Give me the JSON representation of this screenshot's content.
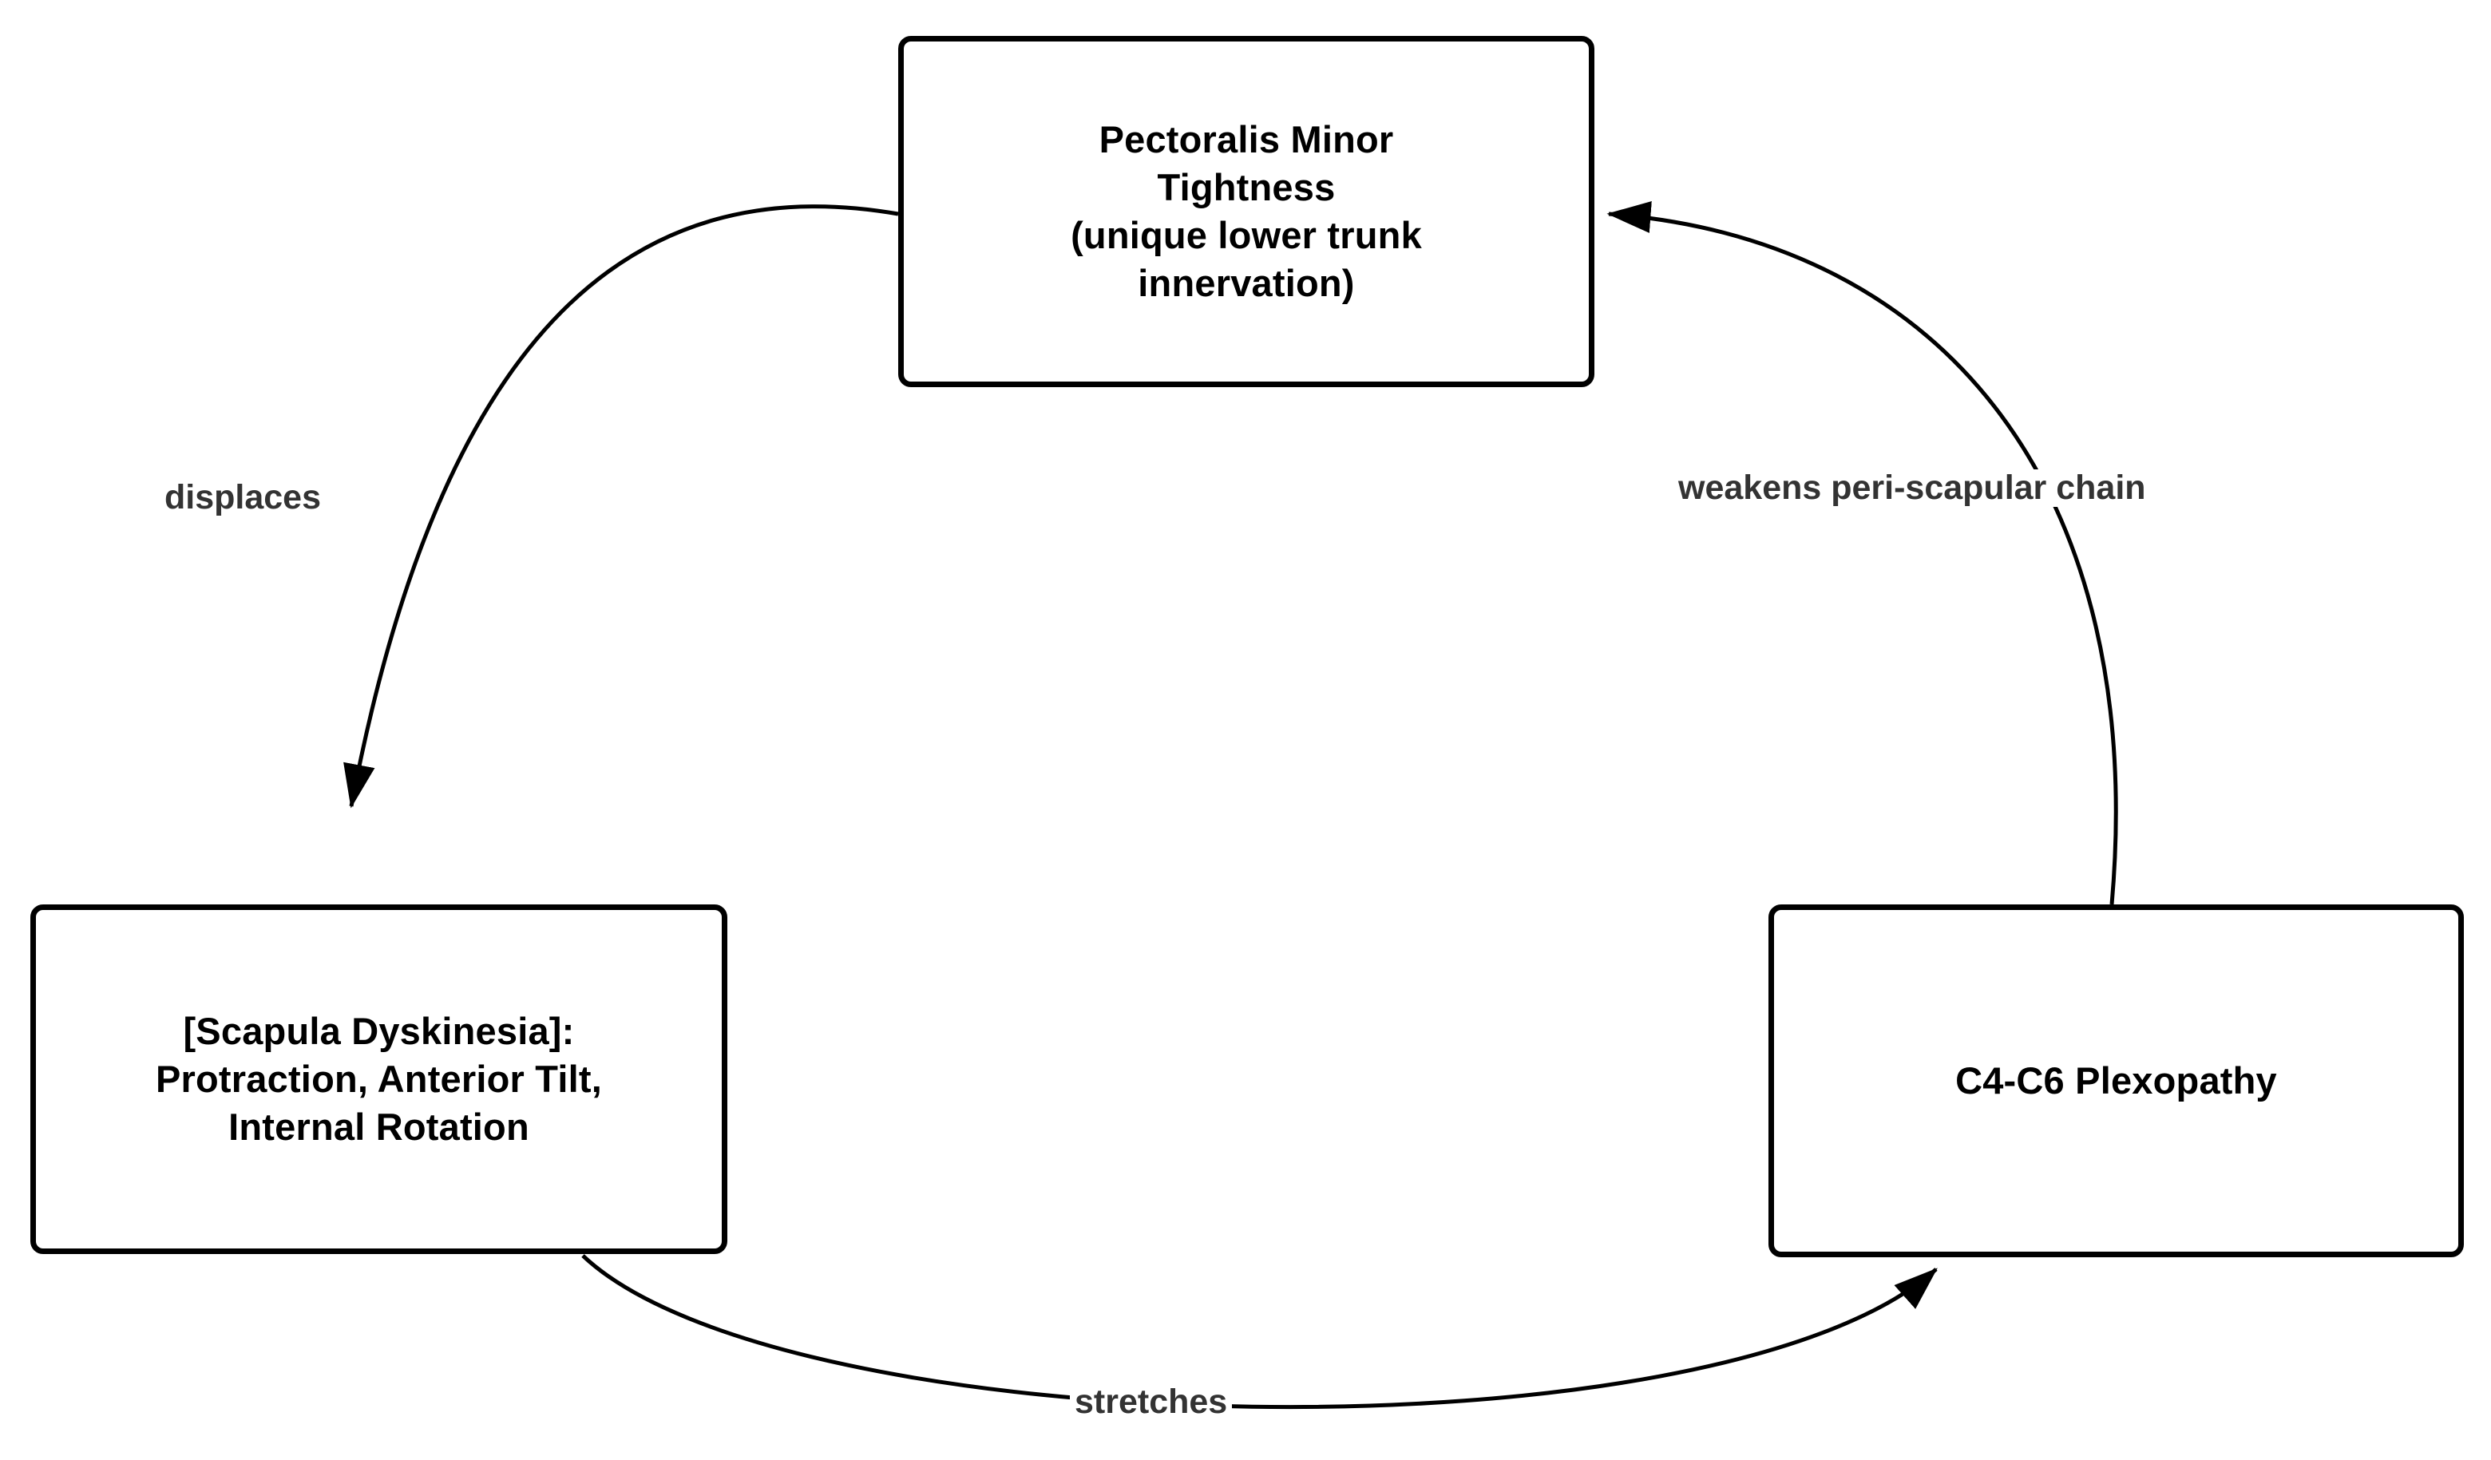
{
  "diagram": {
    "type": "cycle-flowchart",
    "background_color": "#ffffff",
    "node_border_color": "#000000",
    "node_text_color": "#000000",
    "edge_color": "#000000",
    "edge_label_color": "#333333",
    "nodes": [
      {
        "id": "pectoralis",
        "label": "Pectoralis Minor\nTightness\n(unique lower trunk\ninnervation)"
      },
      {
        "id": "scapula",
        "label": "[Scapula Dyskinesia]:\nProtraction,  Anterior Tilt,\nInternal Rotation"
      },
      {
        "id": "plexopathy",
        "label": "C4-C6 Plexopathy"
      }
    ],
    "edges": [
      {
        "id": "pectoralis-to-scapula",
        "from": "pectoralis",
        "to": "scapula",
        "label": "displaces"
      },
      {
        "id": "scapula-to-plexopathy",
        "from": "scapula",
        "to": "plexopathy",
        "label": "stretches"
      },
      {
        "id": "plexopathy-to-pectoralis",
        "from": "plexopathy",
        "to": "pectoralis",
        "label": "weakens peri-scapular chain"
      }
    ]
  }
}
